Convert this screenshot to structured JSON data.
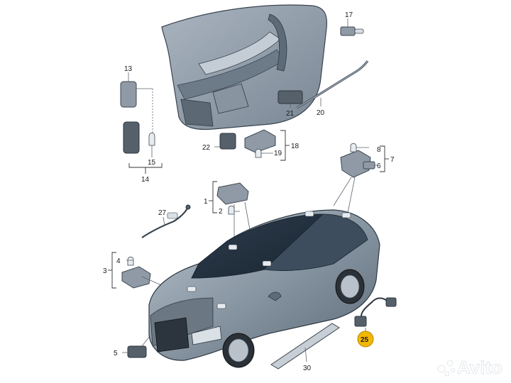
{
  "diagram": {
    "callouts": [
      {
        "id": "c17",
        "text": "17"
      },
      {
        "id": "c13",
        "text": "13"
      },
      {
        "id": "c21",
        "text": "21"
      },
      {
        "id": "c20",
        "text": "20"
      },
      {
        "id": "c15",
        "text": "15"
      },
      {
        "id": "c14",
        "text": "14"
      },
      {
        "id": "c22",
        "text": "22"
      },
      {
        "id": "c18",
        "text": "18"
      },
      {
        "id": "c19",
        "text": "19"
      },
      {
        "id": "c8",
        "text": "8"
      },
      {
        "id": "c6",
        "text": "6"
      },
      {
        "id": "c7",
        "text": "7"
      },
      {
        "id": "c1",
        "text": "1"
      },
      {
        "id": "c2",
        "text": "2"
      },
      {
        "id": "c27",
        "text": "27"
      },
      {
        "id": "c4",
        "text": "4"
      },
      {
        "id": "c3",
        "text": "3"
      },
      {
        "id": "c5",
        "text": "5"
      },
      {
        "id": "c30",
        "text": "30"
      },
      {
        "id": "c25",
        "text": "25"
      }
    ],
    "highlight_color": "#f2b705",
    "line_color": "#5a6570"
  },
  "watermark": {
    "text": "Avito",
    "icon": "avito-logo-icon"
  }
}
